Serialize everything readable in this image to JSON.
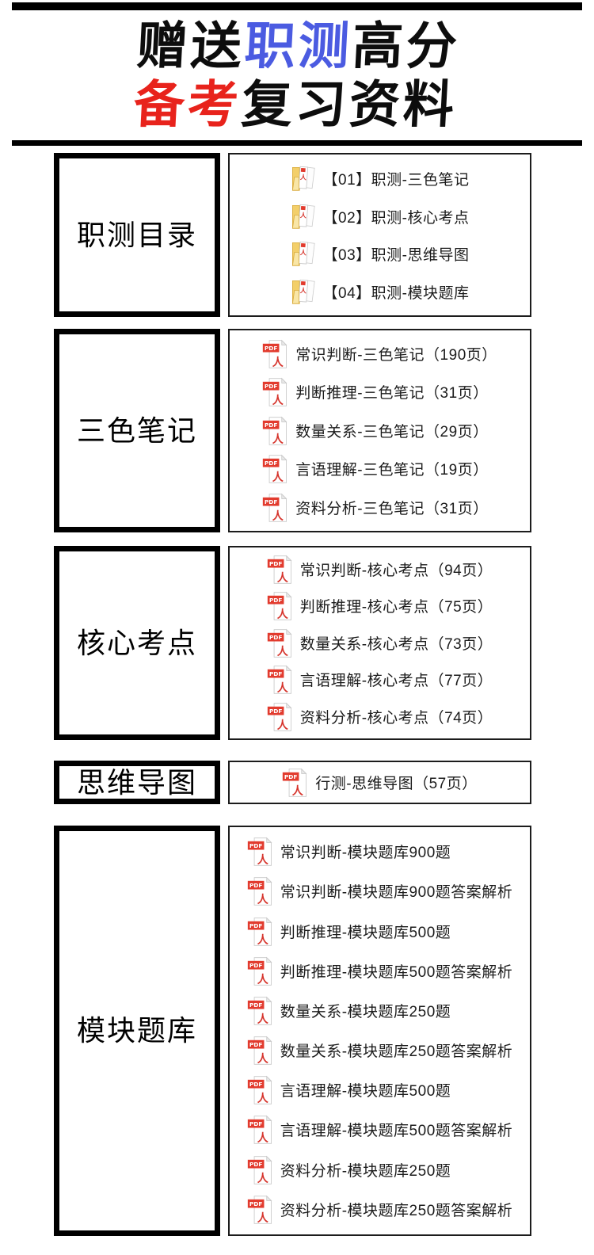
{
  "colors": {
    "accent_blue": "#4b5be1",
    "accent_red": "#e8231c",
    "pdf_band_red": "#e23b2e",
    "pdf_logo_red": "#d6342c",
    "folder_yellow": "#f3cf6a"
  },
  "header": {
    "line1": {
      "part1": "赠送",
      "part2_blue": "职测",
      "part3": "高分"
    },
    "line2": {
      "part1_red": "备考",
      "part2": "复习资料"
    }
  },
  "pdf_icon_label": "PDF",
  "pdf_logo_glyph": "人",
  "sections": [
    {
      "label": "职测目录",
      "icon": "pdf-folder-icon",
      "items": [
        "【01】职测-三色笔记",
        "【02】职测-核心考点",
        "【03】职测-思维导图",
        "【04】职测-模块题库"
      ]
    },
    {
      "label": "三色笔记",
      "icon": "pdf-file-icon",
      "items": [
        "常识判断-三色笔记（190页）",
        "判断推理-三色笔记（31页）",
        "数量关系-三色笔记（29页）",
        "言语理解-三色笔记（19页）",
        "资料分析-三色笔记（31页）"
      ]
    },
    {
      "label": "核心考点",
      "icon": "pdf-file-icon",
      "items": [
        "常识判断-核心考点（94页）",
        "判断推理-核心考点（75页）",
        "数量关系-核心考点（73页）",
        "言语理解-核心考点（77页）",
        "资料分析-核心考点（74页）"
      ]
    },
    {
      "label": "思维导图",
      "icon": "pdf-file-icon",
      "items": [
        "行测-思维导图（57页）"
      ]
    },
    {
      "label": "模块题库",
      "icon": "pdf-file-icon",
      "items": [
        "常识判断-模块题库900题",
        "常识判断-模块题库900题答案解析",
        "判断推理-模块题库500题",
        "判断推理-模块题库500题答案解析",
        "数量关系-模块题库250题",
        "数量关系-模块题库250题答案解析",
        "言语理解-模块题库500题",
        "言语理解-模块题库500题答案解析",
        "资料分析-模块题库250题",
        "资料分析-模块题库250题答案解析"
      ]
    }
  ]
}
